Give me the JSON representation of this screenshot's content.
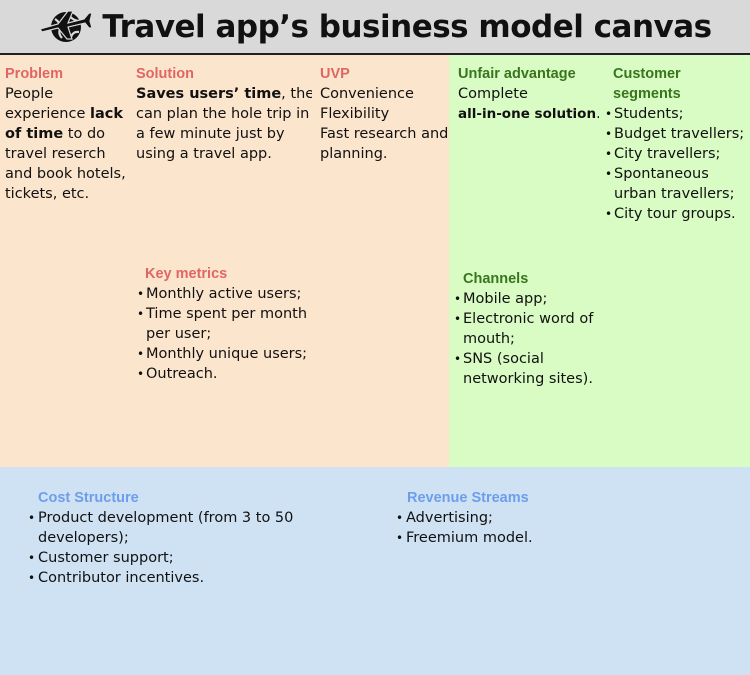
{
  "title": "Travel app’s business model canvas",
  "problem": {
    "title": "Problem",
    "l1": "People",
    "l2a": "experience ",
    "l2b": "lack",
    "l3a": "of time",
    "l3b": " to do",
    "l4": "travel reserch",
    "l5": "and book hotels,",
    "l6": "tickets, etc."
  },
  "solution": {
    "title": "Solution",
    "l1a": "Saves users’ time",
    "l1b": ", they",
    "l2": "can plan the hole trip in",
    "l3": "a few minute just by",
    "l4": "using a travel app."
  },
  "uvp": {
    "title": "UVP",
    "lines": [
      "Convenience",
      "Flexibility",
      "Fast research and",
      "planning."
    ]
  },
  "unfair": {
    "title": "Unfair advantage",
    "l1": "Complete",
    "l2": "all-in-one solution",
    "l2b": "."
  },
  "segments": {
    "title1": "Customer",
    "title2": "segments",
    "items": [
      "Students;",
      "Budget travellers;",
      "City travellers;",
      "Spontaneous",
      "City tour groups."
    ],
    "item4b": "urban travellers;"
  },
  "metrics": {
    "title": "Key metrics",
    "i1": "Monthly active users;",
    "i2a": "Time spent per month",
    "i2b": "per user;",
    "i3": "Monthly unique users;",
    "i4": "Outreach."
  },
  "channels": {
    "title": "Channels",
    "i1": "Mobile app;",
    "i2a": "Electronic word of",
    "i2b": "mouth;",
    "i3a": "SNS (social",
    "i3b": "networking sites)."
  },
  "cost": {
    "title": "Cost Structure",
    "i1a": "Product development (from 3 to 50",
    "i1b": "developers);",
    "i2": "Customer support;",
    "i3": "Contributor incentives."
  },
  "revenue": {
    "title": "Revenue Streams",
    "i1": "Advertising;",
    "i2": "Freemium model."
  },
  "icons": {
    "header": "airplane-globe-icon"
  },
  "colors": {
    "header_bg": "#d9d9d9",
    "peach": "#fce5cd",
    "green": "#d9ead3",
    "lime": "#d9fbc4",
    "blue": "#cfe2f3",
    "red_title": "#e06666",
    "green_title": "#38761d",
    "blue_title": "#6d9eeb"
  }
}
